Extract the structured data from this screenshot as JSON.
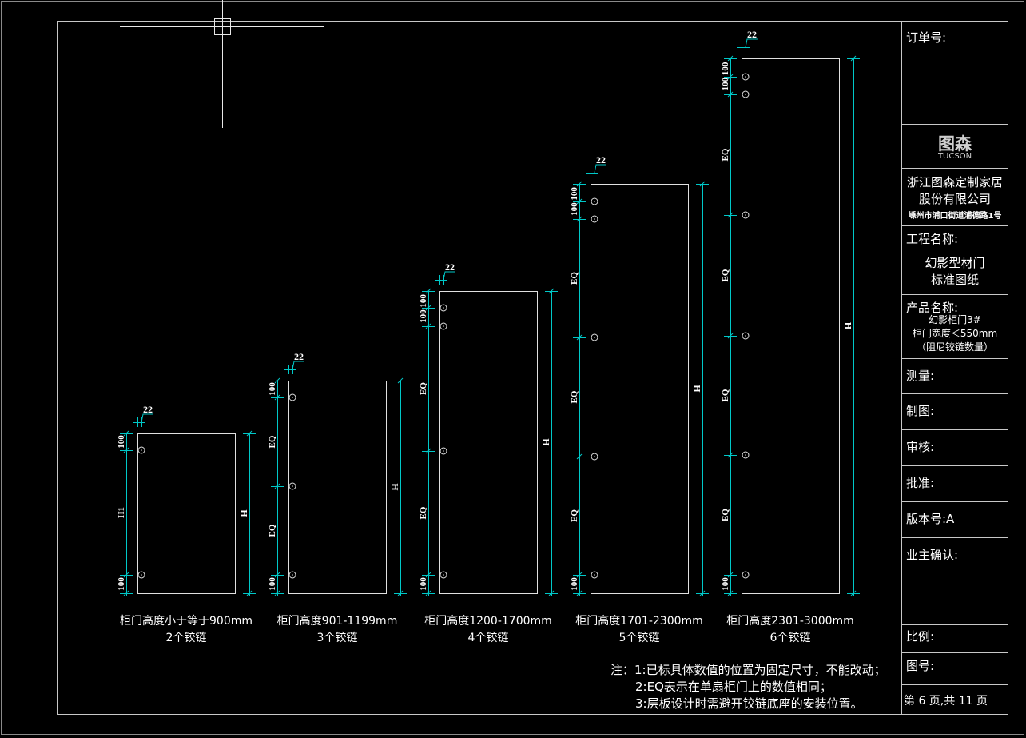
{
  "doors": [
    {
      "caption": "柜门高度小于等于900mm",
      "hinges_label": "2个铰链",
      "hinge_count": 2,
      "width_dim": "22",
      "left_dims": [
        "100",
        "H1",
        "100"
      ],
      "right_dim": "H"
    },
    {
      "caption": "柜门高度901-1199mm",
      "hinges_label": "3个铰链",
      "hinge_count": 3,
      "width_dim": "22",
      "left_dims": [
        "100",
        "EQ",
        "EQ",
        "100"
      ],
      "right_dim": "H"
    },
    {
      "caption": "柜门高度1200-1700mm",
      "hinges_label": "4个铰链",
      "hinge_count": 4,
      "width_dim": "22",
      "left_dims": [
        "100 100",
        "EQ",
        "EQ",
        "100"
      ],
      "right_dim": "H"
    },
    {
      "caption": "柜门高度1701-2300mm",
      "hinges_label": "5个铰链",
      "hinge_count": 5,
      "width_dim": "22",
      "left_dims": [
        "100 100",
        "EQ",
        "EQ",
        "EQ",
        "100"
      ],
      "right_dim": "H"
    },
    {
      "caption": "柜门高度2301-3000mm",
      "hinges_label": "6个铰链",
      "hinge_count": 6,
      "width_dim": "22",
      "left_dims": [
        "100 100",
        "EQ",
        "EQ",
        "EQ",
        "EQ",
        "100"
      ],
      "right_dim": "H"
    }
  ],
  "notes": {
    "prefix": "注：",
    "lines": [
      "1:已标具体数值的位置为固定尺寸，不能改动；",
      "2:EQ表示在单扇柜门上的数值相同；",
      "3:层板设计时需避开铰链底座的安装位置。"
    ]
  },
  "title_block": {
    "order_no": "订单号:",
    "logo_cn": "图森",
    "logo_en": "TUCSON",
    "company_line1": "浙江图森定制家居",
    "company_line2": "股份有限公司",
    "company_address": "嵊州市浦口街道浦德路1号",
    "project_label": "工程名称:",
    "project_line1": "幻影型材门",
    "project_line2": "标准图纸",
    "product_label": "产品名称:",
    "product_line1": "幻影柜门3#",
    "product_line2": "柜门宽度＜550mm",
    "product_line3": "（阻尼铰链数量）",
    "measure": "测量:",
    "drafting": "制图:",
    "review": "审核:",
    "approve": "批准:",
    "version": "版本号:A",
    "owner_confirm": "业主确认:",
    "scale": "比例:",
    "drawing_no": "图号:",
    "page": "第  6 页,共 11 页"
  },
  "colors": {
    "dimension": "#00c8c8",
    "geometry": "#e0e0e0",
    "frame": "#c8c8c8"
  }
}
